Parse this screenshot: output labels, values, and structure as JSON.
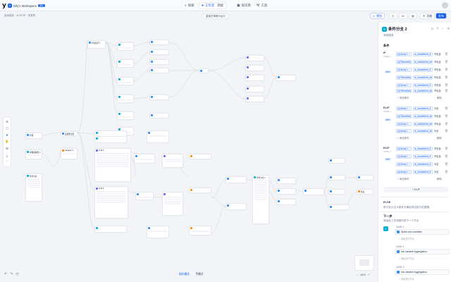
{
  "topbar": {
    "logo": "y",
    "workspace": "Dify's Workspace",
    "workspace_badge": "团队",
    "nav": [
      {
        "icon": "🔍",
        "label": "探索"
      },
      {
        "icon": "◉",
        "label": "工作室"
      },
      {
        "icon": "",
        "label": "测试"
      },
      {
        "icon": "◧",
        "label": "知识库"
      },
      {
        "icon": "⚒",
        "label": "工具"
      }
    ]
  },
  "subbar": {
    "breadcrumb": "自动保存 · 11:07:57 · 未发布",
    "draft_pill": "直接在草稿中运行",
    "run_button": "预览",
    "publish_button": "发布",
    "features_button": "功能"
  },
  "left_toolbar_icons": [
    "add-icon",
    "note-icon",
    "pointer-icon",
    "hand-icon",
    "layout-icon",
    "export-icon",
    "more-icon"
  ],
  "bottom": {
    "icons": [
      "undo",
      "redo",
      "history"
    ],
    "mode_options": [
      "指针模式",
      "手模式"
    ],
    "zoom": "44%"
  },
  "panel": {
    "title": "条件分支 2",
    "description": "添加描述...",
    "section_label": "条件",
    "logic_and": "AND",
    "add_condition": "+ 添加条件",
    "remove": "删除",
    "cases": [
      {
        "label": "IF",
        "id": "CASE 1"
      },
      {
        "label": "ELIF",
        "id": "CASE 2"
      },
      {
        "label": "ELIF",
        "id": "CASE 3"
      }
    ],
    "conditions": [
      {
        "var": "{x} Array 1..",
        "op": "is_unmatched_fi",
        "sel": "不包含"
      },
      {
        "var": "{x} Remaining_calls_constraint",
        "op": "is_unmatched_string",
        "sel": "不包含"
      },
      {
        "var": "{x} Array 1..",
        "op": "is_unmatched_fi",
        "sel": "不包含"
      },
      {
        "var": "{x} Remaining_calls_constraint",
        "op": "is_unmatched_string",
        "sel": "不包含"
      },
      {
        "var": "{x} Array 1..",
        "op": "is_unmatched_fi",
        "sel": "不包含"
      },
      {
        "var": "{x} Remaining_calls_constraint",
        "op": "is_unmatched_string",
        "sel": "不包含"
      },
      {
        "var": "{x} Array 1..",
        "op": "is_unmatched_fi",
        "sel": "为空"
      },
      {
        "var": "{x} Array 1..",
        "op": "is_unmatched_fi",
        "sel": "不包含"
      },
      {
        "var": "{x} Array 1..",
        "op": "is_unmatched_fi",
        "sel": "不包含"
      },
      {
        "var": "{x} Array 1..",
        "op": "is_unmatched_fi",
        "sel": "为空"
      }
    ],
    "else_label": "ELSE",
    "else_id": "ELSE",
    "else_desc": "用于定义当 if 条件不满足时应执行的逻辑。",
    "next_step_title": "下一步",
    "next_step_desc": "添加此工作流程中的下一个节点",
    "next_items": [
      {
        "case": "CASE 1",
        "node": "Splice two variables"
      },
      {
        "case": "CASE 2",
        "node": "Var variable Aggregation"
      },
      {
        "case": "CASE 3",
        "node": "Var variable Aggregation"
      },
      {
        "case": "ELSE",
        "node": ""
      }
    ],
    "next_add": "+ 添加并行节点"
  },
  "canvas": {
    "nodes": [
      {
        "title": "开始",
        "color": "#2e90fa"
      },
      {
        "title": "参数提取器 1",
        "color": "#06aed4"
      },
      {
        "title": "条件分支",
        "color": "#06aed4"
      },
      {
        "title": "条件分支 2",
        "color": "#06aed4"
      },
      {
        "title": "变量聚合器",
        "color": "#2e90fa"
      },
      {
        "title": "代码执行 1",
        "color": "#2e90fa"
      },
      {
        "title": "代码执行 2",
        "color": "#2e90fa"
      },
      {
        "title": "LLM 1",
        "color": "#6172f3"
      },
      {
        "title": "LLM 2",
        "color": "#6172f3"
      },
      {
        "title": "模板转换",
        "color": "#2e90fa"
      },
      {
        "title": "Assigner 1",
        "color": "#f79009"
      },
      {
        "title": "HTTP 请求",
        "color": "#875bf7"
      },
      {
        "title": "结束",
        "color": "#f79009"
      }
    ]
  }
}
